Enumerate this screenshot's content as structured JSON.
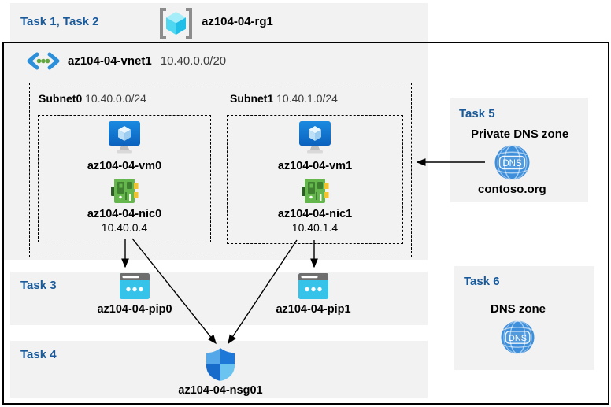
{
  "header": {
    "tasks_label": "Task 1, Task 2",
    "rg_name": "az104-04-rg1"
  },
  "vnet": {
    "name": "az104-04-vnet1",
    "cidr": "10.40.0.0/20",
    "subnets": [
      {
        "name": "Subnet0",
        "cidr": "10.40.0.0/24",
        "vm": "az104-04-vm0",
        "nic": "az104-04-nic0",
        "ip": "10.40.0.4"
      },
      {
        "name": "Subnet1",
        "cidr": "10.40.1.0/24",
        "vm": "az104-04-vm1",
        "nic": "az104-04-nic1",
        "ip": "10.40.1.4"
      }
    ]
  },
  "task3": {
    "label": "Task 3",
    "pip0": "az104-04-pip0",
    "pip1": "az104-04-pip1"
  },
  "task4": {
    "label": "Task 4",
    "nsg": "az104-04-nsg01"
  },
  "task5": {
    "label": "Task 5",
    "title": "Private DNS zone",
    "zone": "contoso.org",
    "icon_text": "DNS"
  },
  "task6": {
    "label": "Task 6",
    "title": "DNS zone",
    "icon_text": "DNS"
  },
  "connections": [
    {
      "from": "az104-04-nic0",
      "to": "az104-04-pip0"
    },
    {
      "from": "az104-04-nic1",
      "to": "az104-04-pip1"
    },
    {
      "from": "az104-04-nic0",
      "to": "az104-04-nsg01"
    },
    {
      "from": "az104-04-nic1",
      "to": "az104-04-nsg01"
    },
    {
      "from": "contoso.org private DNS zone",
      "to": "Subnet1"
    }
  ],
  "colors": {
    "task_blue": "#1a5a9a",
    "strip_gray": "#f2f2f2",
    "vm_blue": "#1178d4",
    "nic_green": "#63b44b",
    "pip_cyan": "#35c3ea",
    "dns_blue": "#3e8fdb",
    "shield_light": "#54a7e8",
    "shield_dark": "#1e78d8",
    "rg_cyan": "#3fd0ee"
  }
}
